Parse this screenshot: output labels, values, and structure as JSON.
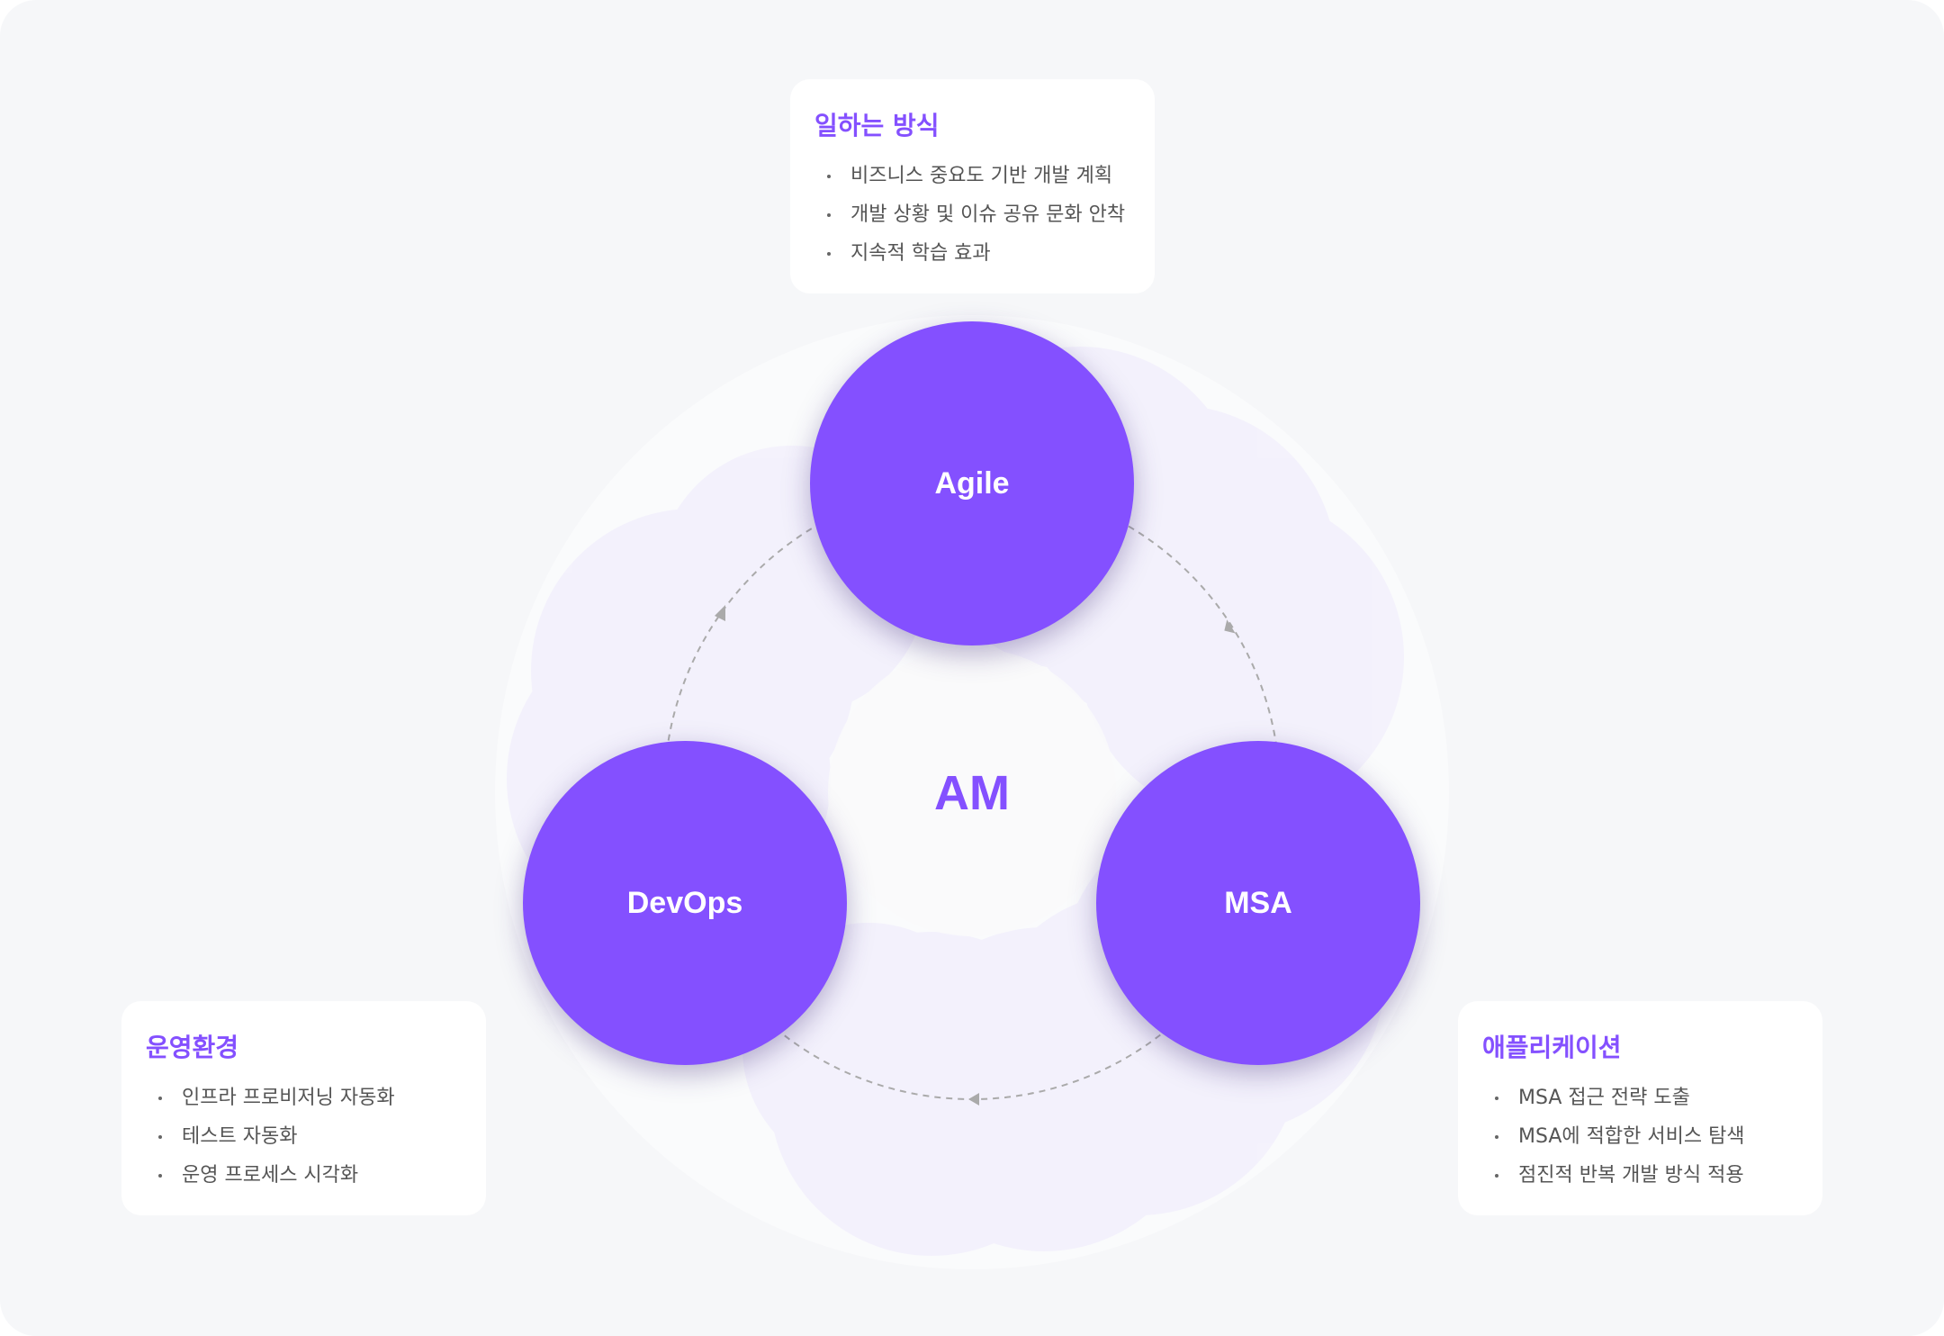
{
  "center": {
    "label": "AM"
  },
  "nodes": [
    {
      "label": "Agile"
    },
    {
      "label": "DevOps"
    },
    {
      "label": "MSA"
    }
  ],
  "cards": {
    "top": {
      "title": "일하는 방식",
      "items": [
        "비즈니스 중요도 기반 개발 계획",
        "개발 상황 및 이슈 공유 문화 안착",
        "지속적 학습 효과"
      ]
    },
    "left": {
      "title": "운영환경",
      "items": [
        "인프라 프로비저닝 자동화",
        "테스트 자동화",
        "운영 프로세스 시각화"
      ]
    },
    "right": {
      "title": "애플리케이션",
      "items": [
        "MSA 접근 전략 도출",
        "MSA에 적합한 서비스 탐색",
        "점진적 반복 개발 방식 적용"
      ]
    }
  },
  "colors": {
    "accent": "#8450ff",
    "background": "#f6f7f9",
    "card": "#ffffff"
  }
}
